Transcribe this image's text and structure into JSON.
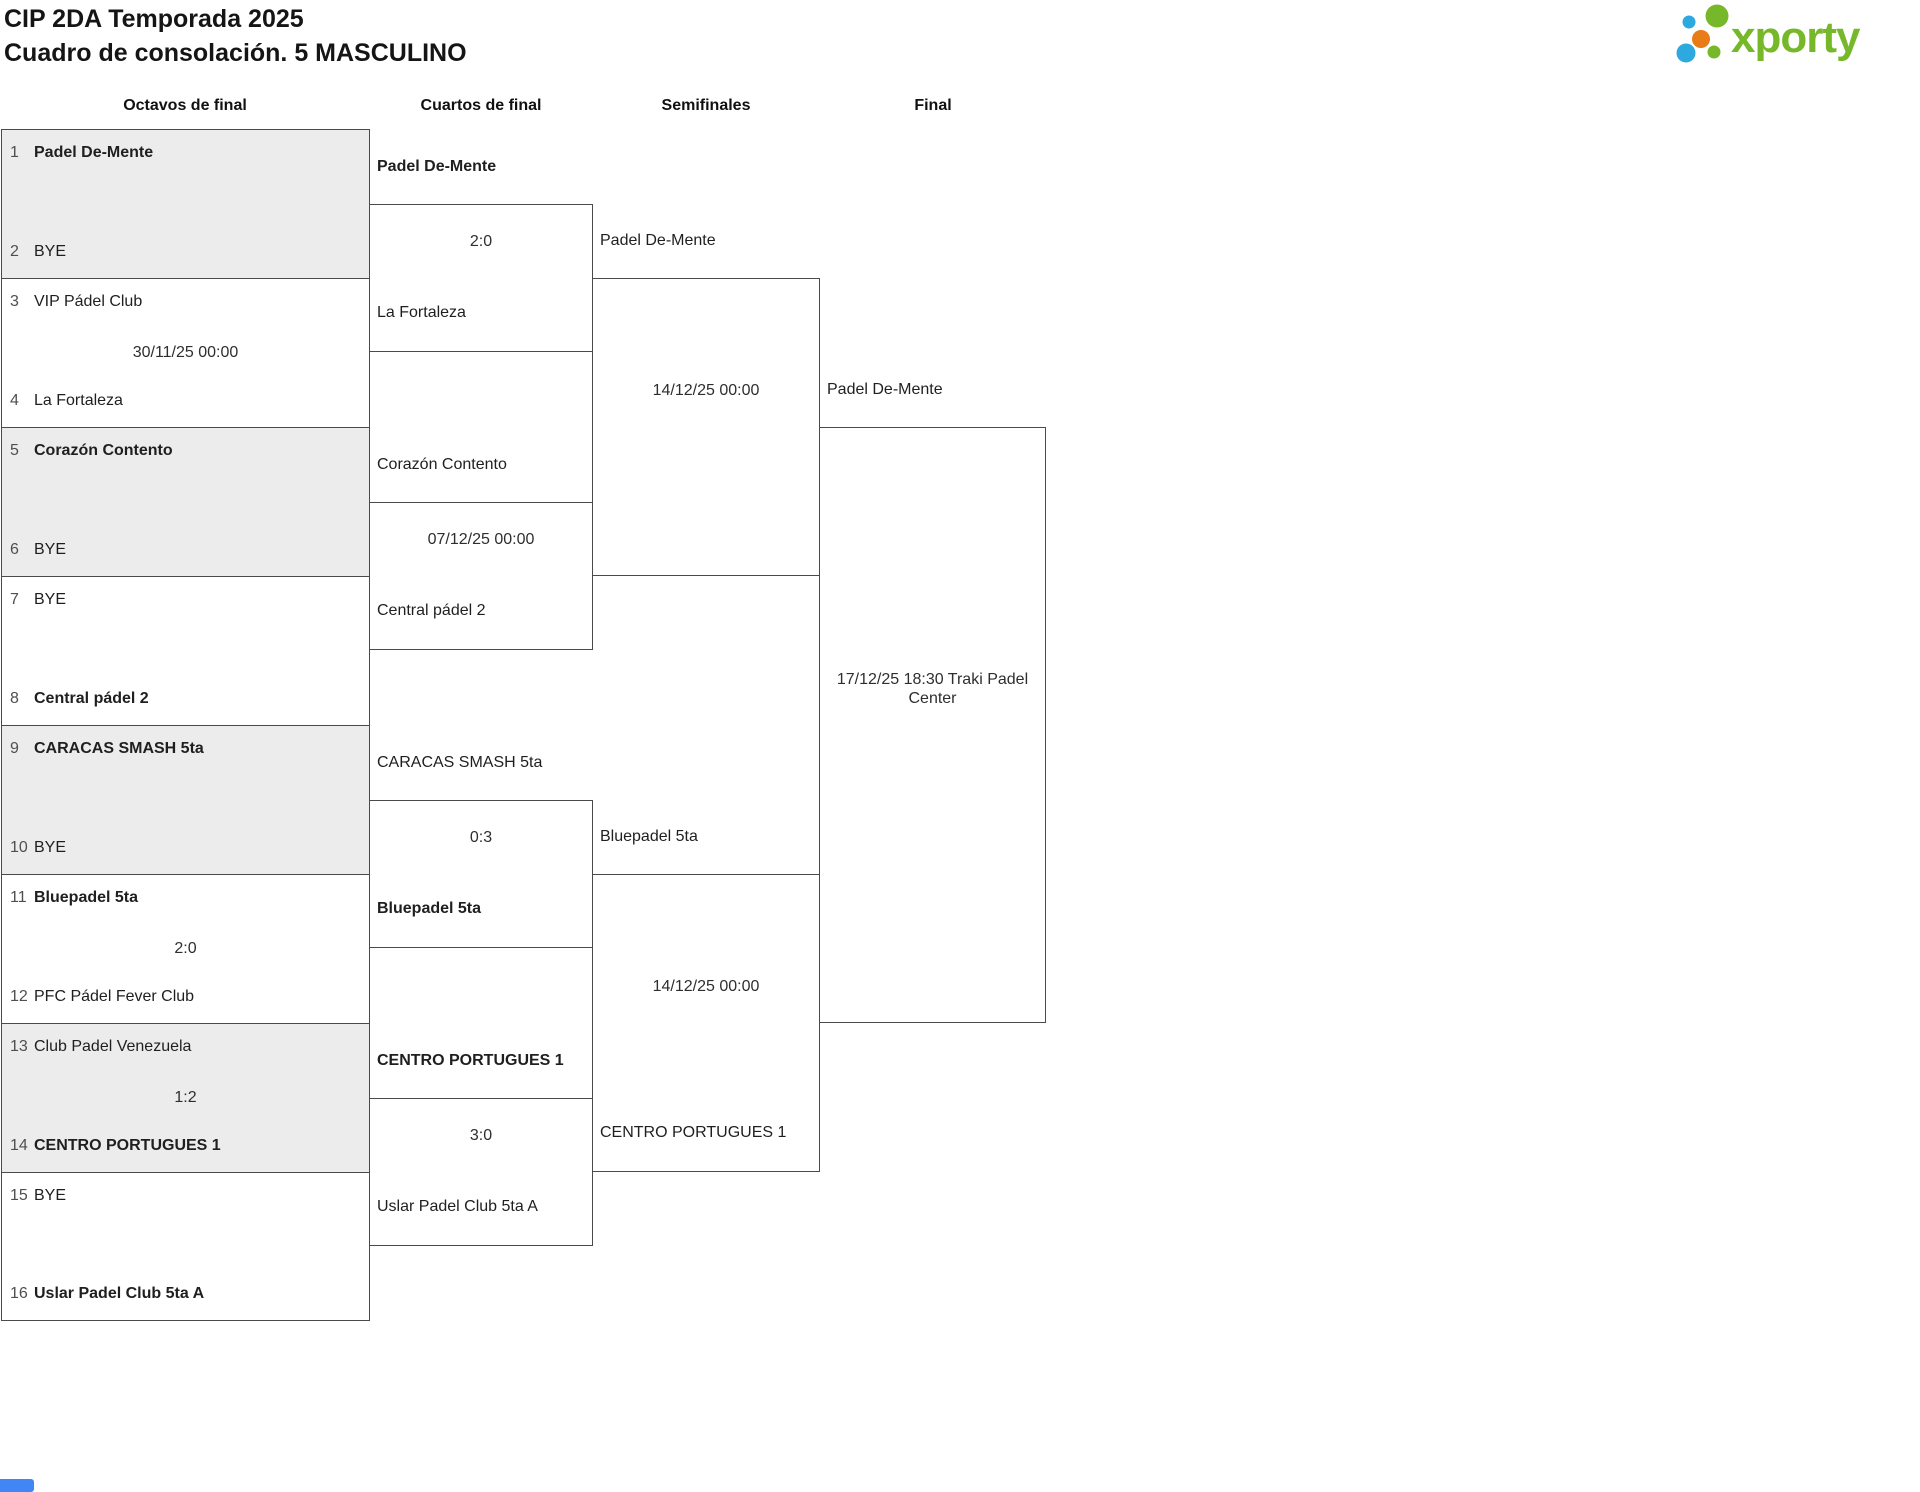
{
  "header": {
    "title_line1": "CIP 2DA Temporada 2025",
    "title_line2": "Cuadro de consolación. 5 MASCULINO",
    "logo_text": "xporty"
  },
  "colors": {
    "brand_green": "#76b82a",
    "brand_blue": "#2da9e0",
    "brand_orange": "#e87c16",
    "box_border": "#4a4a4a",
    "box_shaded": "#ececec",
    "scrollbar_blue": "#4285f4"
  },
  "columns": [
    "Octavos de final",
    "Cuartos de final",
    "Semifinales",
    "Final"
  ],
  "rounds": [
    {
      "name": "Octavos de final",
      "matches": [
        {
          "shaded": true,
          "center": "",
          "p1": {
            "seed": "1",
            "name": "Padel De-Mente",
            "winner": true
          },
          "p2": {
            "seed": "2",
            "name": "BYE",
            "winner": false
          }
        },
        {
          "shaded": false,
          "center": "30/11/25 00:00",
          "p1": {
            "seed": "3",
            "name": "VIP Pádel Club",
            "winner": false
          },
          "p2": {
            "seed": "4",
            "name": "La Fortaleza",
            "winner": false
          }
        },
        {
          "shaded": true,
          "center": "",
          "p1": {
            "seed": "5",
            "name": "Corazón Contento",
            "winner": true
          },
          "p2": {
            "seed": "6",
            "name": "BYE",
            "winner": false
          }
        },
        {
          "shaded": false,
          "center": "",
          "p1": {
            "seed": "7",
            "name": "BYE",
            "winner": false
          },
          "p2": {
            "seed": "8",
            "name": "Central pádel 2",
            "winner": true
          }
        },
        {
          "shaded": true,
          "center": "",
          "p1": {
            "seed": "9",
            "name": "CARACAS SMASH 5ta",
            "winner": true
          },
          "p2": {
            "seed": "10",
            "name": "BYE",
            "winner": false
          }
        },
        {
          "shaded": false,
          "center": "2:0",
          "p1": {
            "seed": "11",
            "name": "Bluepadel 5ta",
            "winner": true
          },
          "p2": {
            "seed": "12",
            "name": "PFC Pádel Fever Club",
            "winner": false
          }
        },
        {
          "shaded": true,
          "center": "1:2",
          "p1": {
            "seed": "13",
            "name": "Club Padel Venezuela",
            "winner": false
          },
          "p2": {
            "seed": "14",
            "name": "CENTRO PORTUGUES 1",
            "winner": true
          }
        },
        {
          "shaded": false,
          "center": "",
          "p1": {
            "seed": "15",
            "name": "BYE",
            "winner": false
          },
          "p2": {
            "seed": "16",
            "name": "Uslar Padel Club 5ta A",
            "winner": true
          }
        }
      ]
    },
    {
      "name": "Cuartos de final",
      "matches": [
        {
          "center": "2:0",
          "p1": {
            "name": "Padel De-Mente",
            "winner": true
          },
          "p2": {
            "name": "La Fortaleza",
            "winner": false
          }
        },
        {
          "center": "07/12/25 00:00",
          "p1": {
            "name": "Corazón Contento",
            "winner": false
          },
          "p2": {
            "name": "Central pádel 2",
            "winner": false
          }
        },
        {
          "center": "0:3",
          "p1": {
            "name": "CARACAS SMASH 5ta",
            "winner": false
          },
          "p2": {
            "name": "Bluepadel 5ta",
            "winner": true
          }
        },
        {
          "center": "3:0",
          "p1": {
            "name": "CENTRO PORTUGUES 1",
            "winner": true
          },
          "p2": {
            "name": "Uslar Padel Club 5ta A",
            "winner": false
          }
        }
      ]
    },
    {
      "name": "Semifinales",
      "matches": [
        {
          "center": "14/12/25 00:00",
          "p1": {
            "name": "Padel De-Mente",
            "winner": false
          },
          "p2": {
            "name": "",
            "winner": false
          }
        },
        {
          "center": "14/12/25 00:00",
          "p1": {
            "name": "Bluepadel 5ta",
            "winner": false
          },
          "p2": {
            "name": "CENTRO PORTUGUES 1",
            "winner": false
          }
        }
      ]
    },
    {
      "name": "Final",
      "matches": [
        {
          "center": "17/12/25 18:30 Traki Padel Center",
          "p1": {
            "name": "Padel De-Mente",
            "winner": false
          },
          "p2": {
            "name": "",
            "winner": false
          }
        }
      ]
    }
  ]
}
